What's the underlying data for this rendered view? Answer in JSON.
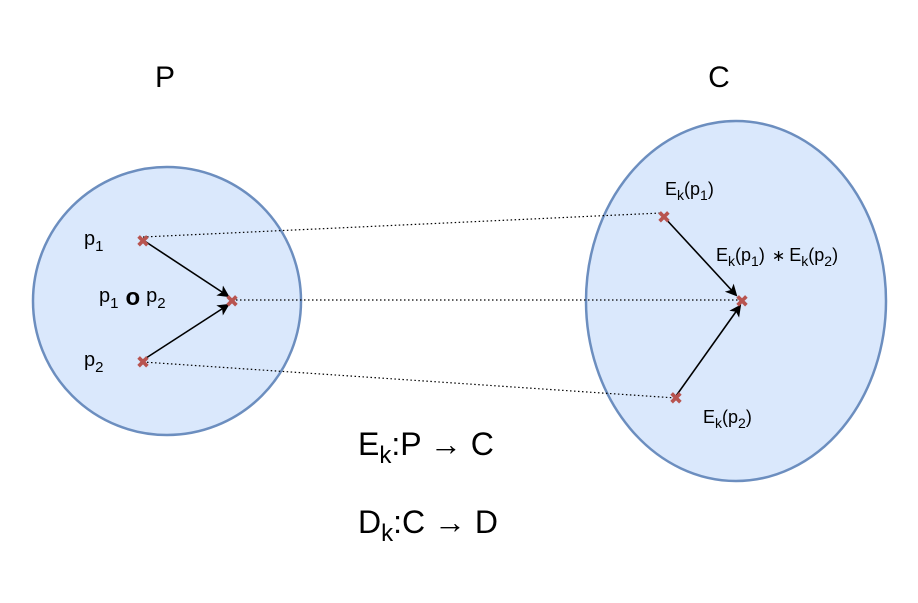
{
  "sets": {
    "plaintext": {
      "label": "P"
    },
    "ciphertext": {
      "label": "C"
    }
  },
  "points": {
    "p1": {
      "base": "p",
      "sub": "1"
    },
    "p2": {
      "base": "p",
      "sub": "2"
    },
    "p_op": {
      "left_base": "p",
      "left_sub": "1",
      "op": "o",
      "right_base": "p",
      "right_sub": "2"
    },
    "ek_p1": {
      "fn": "E",
      "fn_sub": "k",
      "open": "(p",
      "arg_sub": "1",
      "close": ")"
    },
    "ek_p2": {
      "fn": "E",
      "fn_sub": "k",
      "open": "(p",
      "arg_sub": "2",
      "close": ")"
    },
    "ek_product": {
      "fn1": "E",
      "fn1_sub": "k",
      "open1": "(p",
      "arg1_sub": "1",
      "close1": ")",
      "op": "∗",
      "fn2": "E",
      "fn2_sub": "k",
      "open2": "(p",
      "arg2_sub": "2",
      "close2": ")"
    }
  },
  "marker_glyph": "✖",
  "formulas": {
    "encrypt": {
      "fn": "E",
      "fn_sub": "k",
      "body": ":P → C"
    },
    "decrypt": {
      "fn": "D",
      "fn_sub": "k",
      "body": ":C → D"
    }
  },
  "colors": {
    "set_fill": "#dae8fc",
    "set_stroke": "#6c8ebf",
    "marker": "#b85450",
    "line": "#000000"
  }
}
